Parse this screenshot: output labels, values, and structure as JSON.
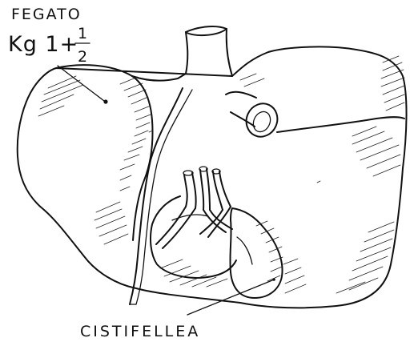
{
  "labels": {
    "organ_name": "FEGATO",
    "weight_prefix": "Kg 1+",
    "weight_fraction_numerator": "1",
    "weight_fraction_denominator": "2",
    "gallbladder_name": "CISTIFELLEA"
  },
  "colors": {
    "ink": "#111111",
    "paper": "#ffffff"
  }
}
